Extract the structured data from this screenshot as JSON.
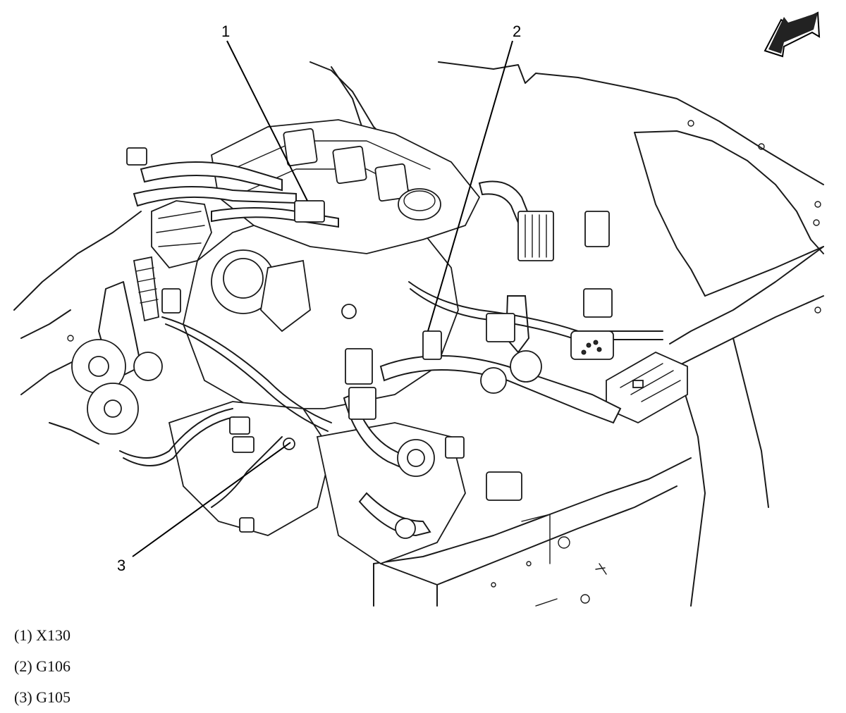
{
  "diagram": {
    "callouts": [
      "1",
      "2",
      "3"
    ]
  },
  "legend": [
    {
      "num": "(1)",
      "code": "X130"
    },
    {
      "num": "(2)",
      "code": "G106"
    },
    {
      "num": "(3)",
      "code": "G105"
    }
  ]
}
